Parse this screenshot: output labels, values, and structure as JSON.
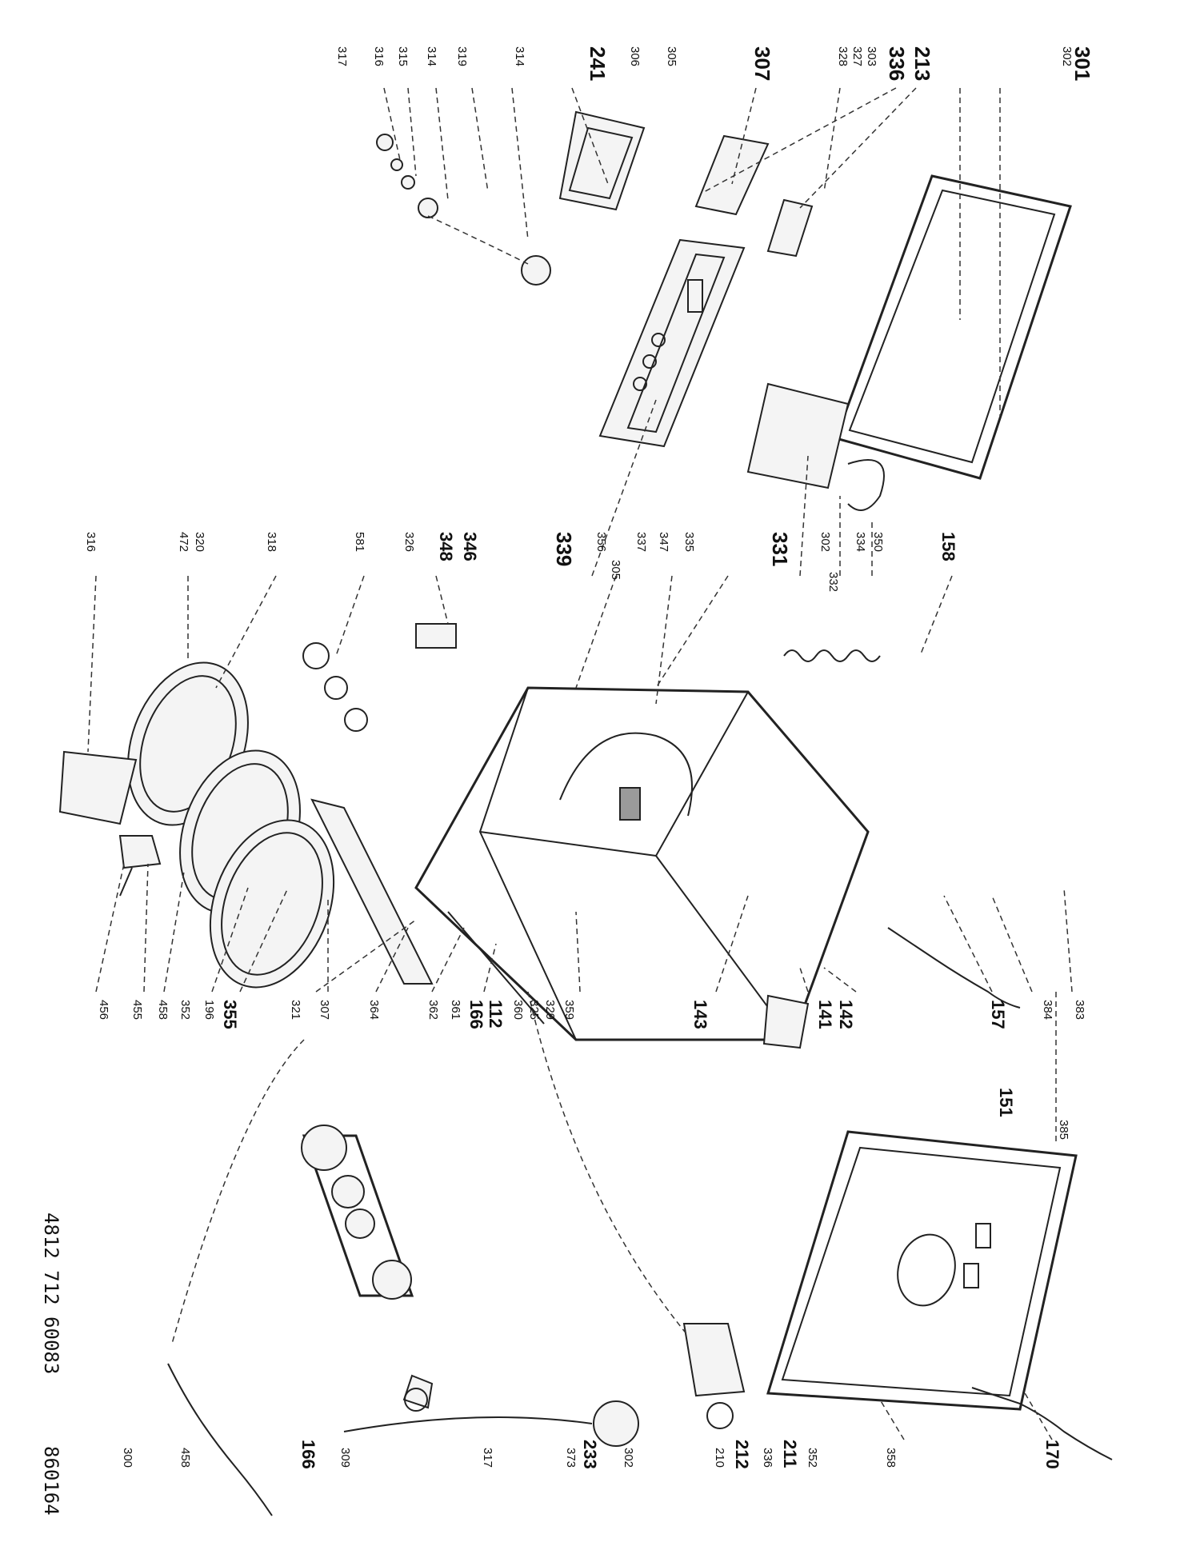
{
  "drawing": {
    "code_left": "4812 712 60083",
    "code_bottom": "860164"
  },
  "part_numbers": [
    "301",
    "302",
    "213",
    "336",
    "303",
    "327",
    "328",
    "307",
    "305",
    "306",
    "241",
    "314",
    "319",
    "314",
    "315",
    "316",
    "317",
    "339",
    "356",
    "331",
    "302",
    "334",
    "350",
    "332",
    "158",
    "346",
    "348",
    "326",
    "581",
    "318",
    "320",
    "472",
    "316",
    "335",
    "347",
    "337",
    "305",
    "456",
    "455",
    "458",
    "352",
    "196",
    "355",
    "321",
    "307",
    "364",
    "362",
    "361",
    "166",
    "112",
    "360",
    "325",
    "329",
    "359",
    "143",
    "157",
    "141",
    "142",
    "383",
    "384",
    "385",
    "151",
    "300",
    "458",
    "166",
    "309",
    "317",
    "373",
    "233",
    "302",
    "210",
    "212",
    "336",
    "211",
    "352",
    "358",
    "170"
  ]
}
